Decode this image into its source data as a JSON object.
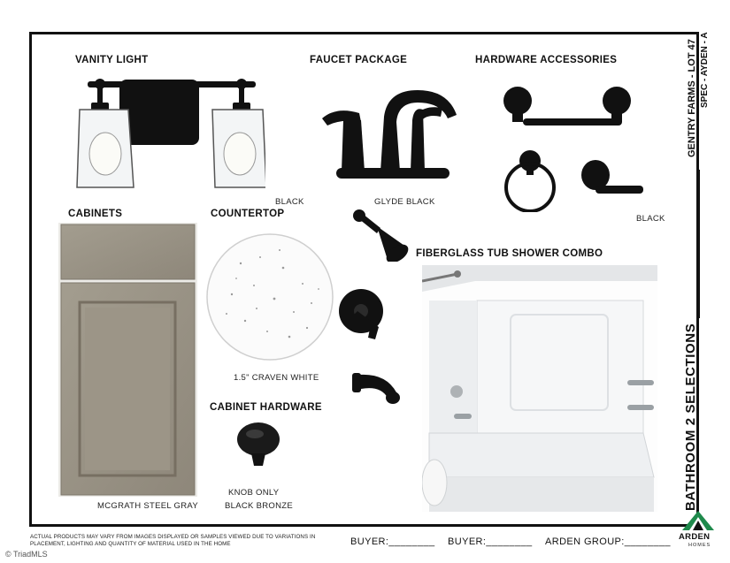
{
  "sections": {
    "vanity_light": {
      "title": "VANITY LIGHT",
      "finish": "BLACK",
      "icon": "vanity-light-image"
    },
    "faucet_package": {
      "title": "FAUCET PACKAGE",
      "finish": "GLYDE BLACK",
      "icon": "faucet-image"
    },
    "hardware_accessories": {
      "title": "HARDWARE ACCESSORIES",
      "finish": "BLACK",
      "icon": "towel-bar-image"
    },
    "cabinets": {
      "title": "CABINETS",
      "finish": "MCGRATH STEEL GRAY",
      "icon": "cabinet-door-image"
    },
    "countertop": {
      "title": "COUNTERTOP",
      "finish": "1.5\" CRAVEN WHITE",
      "icon": "countertop-sample-image"
    },
    "cabinet_hardware": {
      "title": "CABINET HARDWARE",
      "finish_line1": "KNOB ONLY",
      "finish_line2": "BLACK BRONZE",
      "icon": "knob-image"
    },
    "tub_shower": {
      "title": "FIBERGLASS TUB SHOWER COMBO",
      "icon": "tub-shower-photo"
    }
  },
  "sidebar": {
    "project": "GENTRY FARMS - LOT 47",
    "plan": "SPEC - AYDEN - A",
    "room": "BATHROOM 2 SELECTIONS",
    "brand": "ARDEN",
    "brand_sub": "HOMES",
    "logo_icon": "arden-logo"
  },
  "footer": {
    "disclaimer": "ACTUAL PRODUCTS MAY VARY FROM IMAGES DISPLAYED OR SAMPLES VIEWED DUE TO VARIATIONS IN PLACEMENT, LIGHTING AND QUANTITY OF MATERIAL USED IN THE HOME",
    "buyer1": "BUYER:________",
    "buyer2": "BUYER:________",
    "builder": "ARDEN GROUP:________"
  },
  "watermark": "© TriadMLS",
  "colors": {
    "fixture_black": "#111111",
    "cabinet_gray": "#9a9486",
    "tub_white": "#eef0f1",
    "logo_green": "#1f8a4c"
  }
}
